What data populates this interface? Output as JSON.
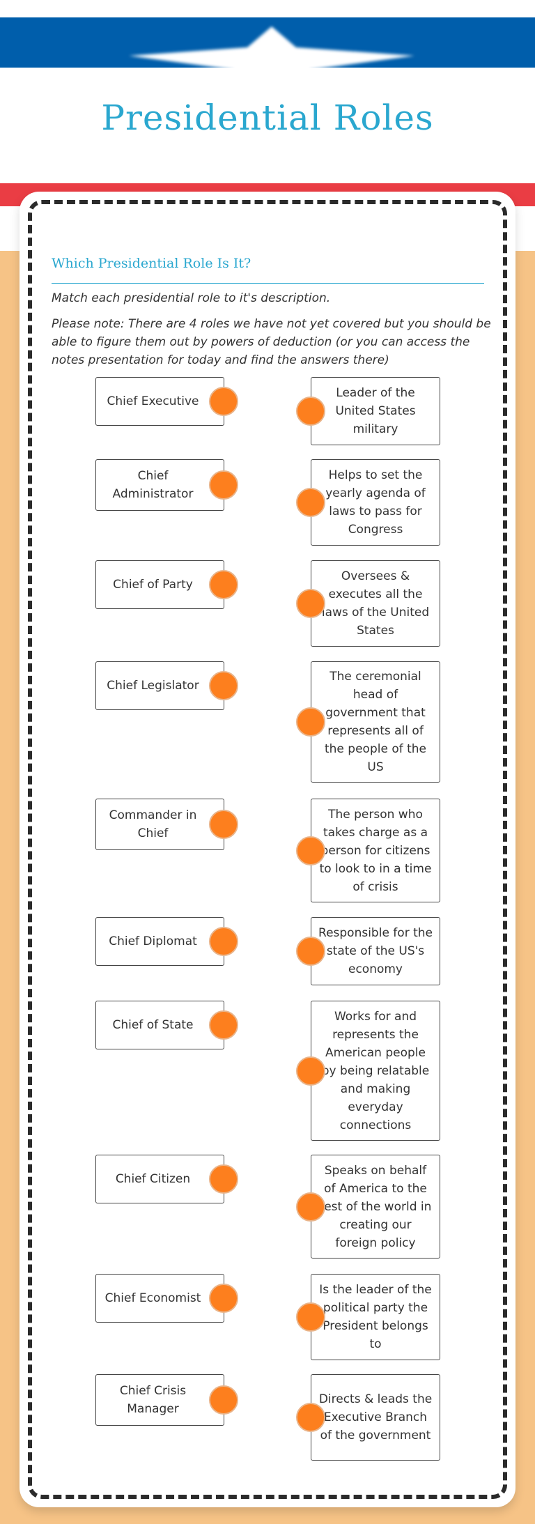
{
  "header": {
    "title": "Presidential Roles",
    "star_icon": "star-icon"
  },
  "activity": {
    "heading": "Which Presidential Role Is It?",
    "instruction": "Match each presidential role to it's description.",
    "note": "Please note: There are 4 roles we have not yet covered but you should be able to figure them out by powers of deduction (or you can access the notes presentation for today and find the answers there)",
    "roles": [
      "Chief Executive",
      "Chief Administrator",
      "Chief of Party",
      "Chief Legislator",
      "Commander in Chief",
      "Chief Diplomat",
      "Chief of State",
      "Chief Citizen",
      "Chief Economist",
      "Chief Crisis Manager"
    ],
    "descriptions": [
      "Leader of the United States military",
      "Helps to set the yearly agenda of laws to pass for Congress",
      "Oversees & executes all the laws of the United States",
      "The ceremonial head of government that represents all of the people of the US",
      "The person who takes charge as a person for citizens to look to in a time of crisis",
      "Responsible for the state of the US's economy",
      "Works for and represents the American people by being relatable and making everyday connections",
      "Speaks on behalf of America to the rest of the world in creating our foreign policy",
      "Is the leader of the political party the President belongs to",
      "Directs & leads the Executive Branch of the government"
    ]
  },
  "colors": {
    "blue": "#005eab",
    "red": "#ea3d44",
    "orange_bg": "#f6c386",
    "accent": "#2aa7cf",
    "connector": "#fd7f1e"
  }
}
